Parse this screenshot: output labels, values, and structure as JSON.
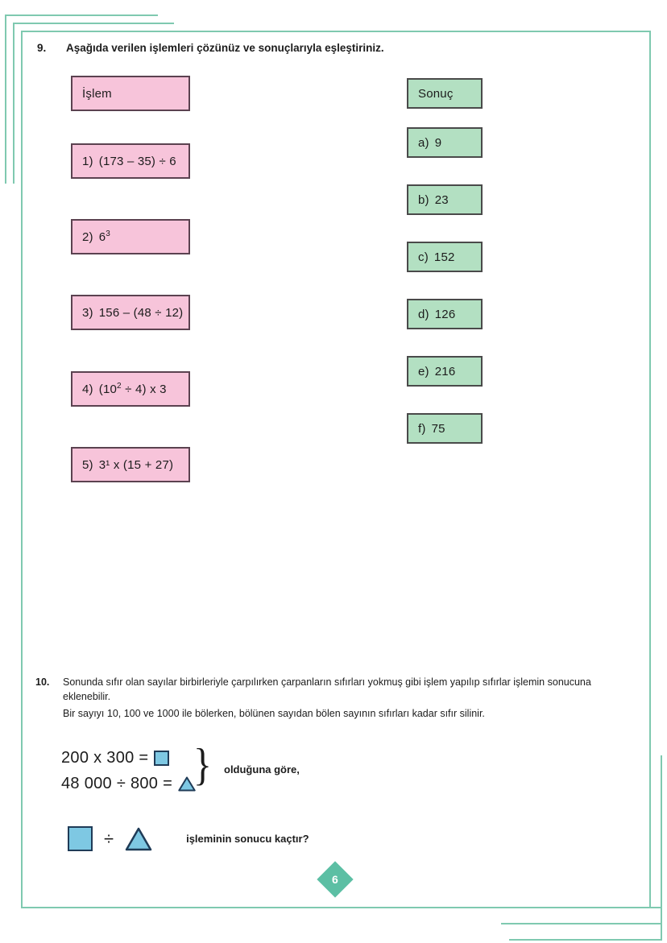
{
  "page": {
    "number": "6",
    "accent_teal": "#7fc9b0",
    "badge_teal": "#5cbfa4",
    "pink_fill": "#f7c4da",
    "pink_border": "#5b4250",
    "green_fill": "#b3e0c2",
    "green_border": "#4a4a4a",
    "shape_blue": "#7ec8e3",
    "shape_blue_border": "#1f3b57"
  },
  "question9": {
    "number": "9.",
    "prompt": "Aşağıda  verilen işlemleri çözünüz ve sonuçlarıyla eşleştiriniz.",
    "left_header": "İşlem",
    "right_header": "Sonuç",
    "operations": [
      {
        "label": "1)",
        "expr_pre": "(173 – 35) ÷ 6",
        "expr_sup": "",
        "expr_post": ""
      },
      {
        "label": "2)",
        "expr_pre": "6",
        "expr_sup": "3",
        "expr_post": ""
      },
      {
        "label": "3)",
        "expr_pre": "156 – (48 ÷ 12)",
        "expr_sup": "",
        "expr_post": ""
      },
      {
        "label": "4)",
        "expr_pre": "(10",
        "expr_sup": "2",
        "expr_post": " ÷ 4) x 3"
      },
      {
        "label": "5)",
        "expr_pre": "3¹ x (15 + 27)",
        "expr_sup": "",
        "expr_post": ""
      }
    ],
    "results": [
      {
        "label": "a)",
        "value": "9"
      },
      {
        "label": "b)",
        "value": "23"
      },
      {
        "label": "c)",
        "value": "152"
      },
      {
        "label": "d)",
        "value": "126"
      },
      {
        "label": "e)",
        "value": "216"
      },
      {
        "label": "f)",
        "value": "75"
      }
    ]
  },
  "question10": {
    "number": "10.",
    "paragraph1": "Sonunda sıfır olan sayılar birbirleriyle çarpılırken çarpanların sıfırları yokmuş gibi işlem yapılıp sıfırlar işlemin sonucuna eklenebilir.",
    "paragraph2": "Bir sayıyı 10, 100 ve 1000 ile bölerken, bölünen sayıdan bölen sayının sıfırları kadar sıfır silinir.",
    "equation1_text": "200 x 300 =",
    "equation2_text": "48 000 ÷ 800 =",
    "connector": "olduğuna göre,",
    "final_divide_symbol": "÷",
    "final_question": "işleminin sonucu kaçtır?"
  }
}
